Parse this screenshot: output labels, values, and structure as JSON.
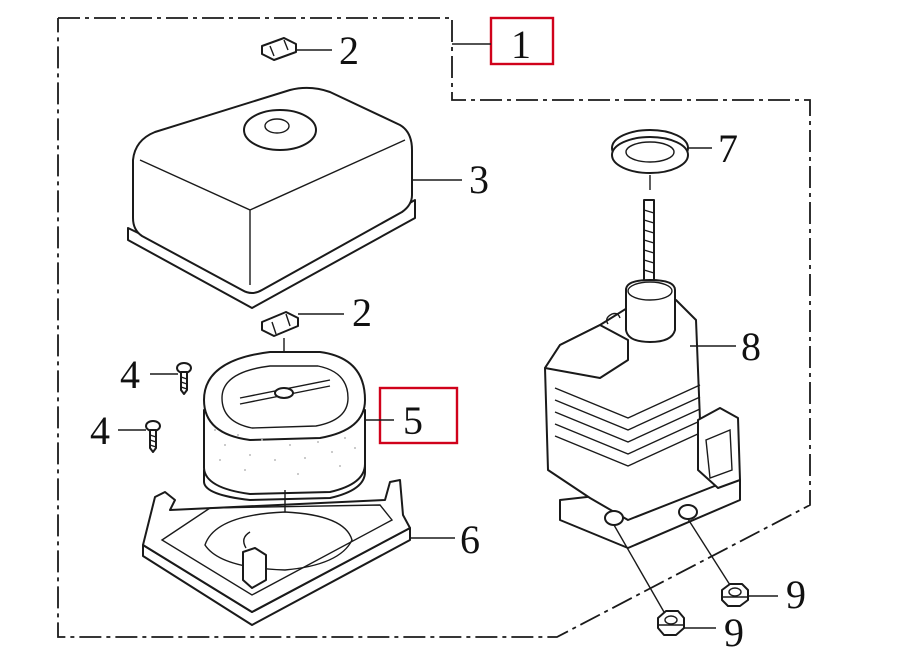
{
  "diagram": {
    "highlight_color": "#d0021b",
    "line_color": "#1a1a1a",
    "callouts": {
      "assembly": "1",
      "clip_top": "2",
      "cover": "3",
      "screw_upper": "4",
      "screw_lower": "4",
      "filter_element": "5",
      "base": "6",
      "seal_ring": "7",
      "housing": "8",
      "nut_right": "9",
      "nut_bottom": "9",
      "clip_mid": "2"
    }
  }
}
